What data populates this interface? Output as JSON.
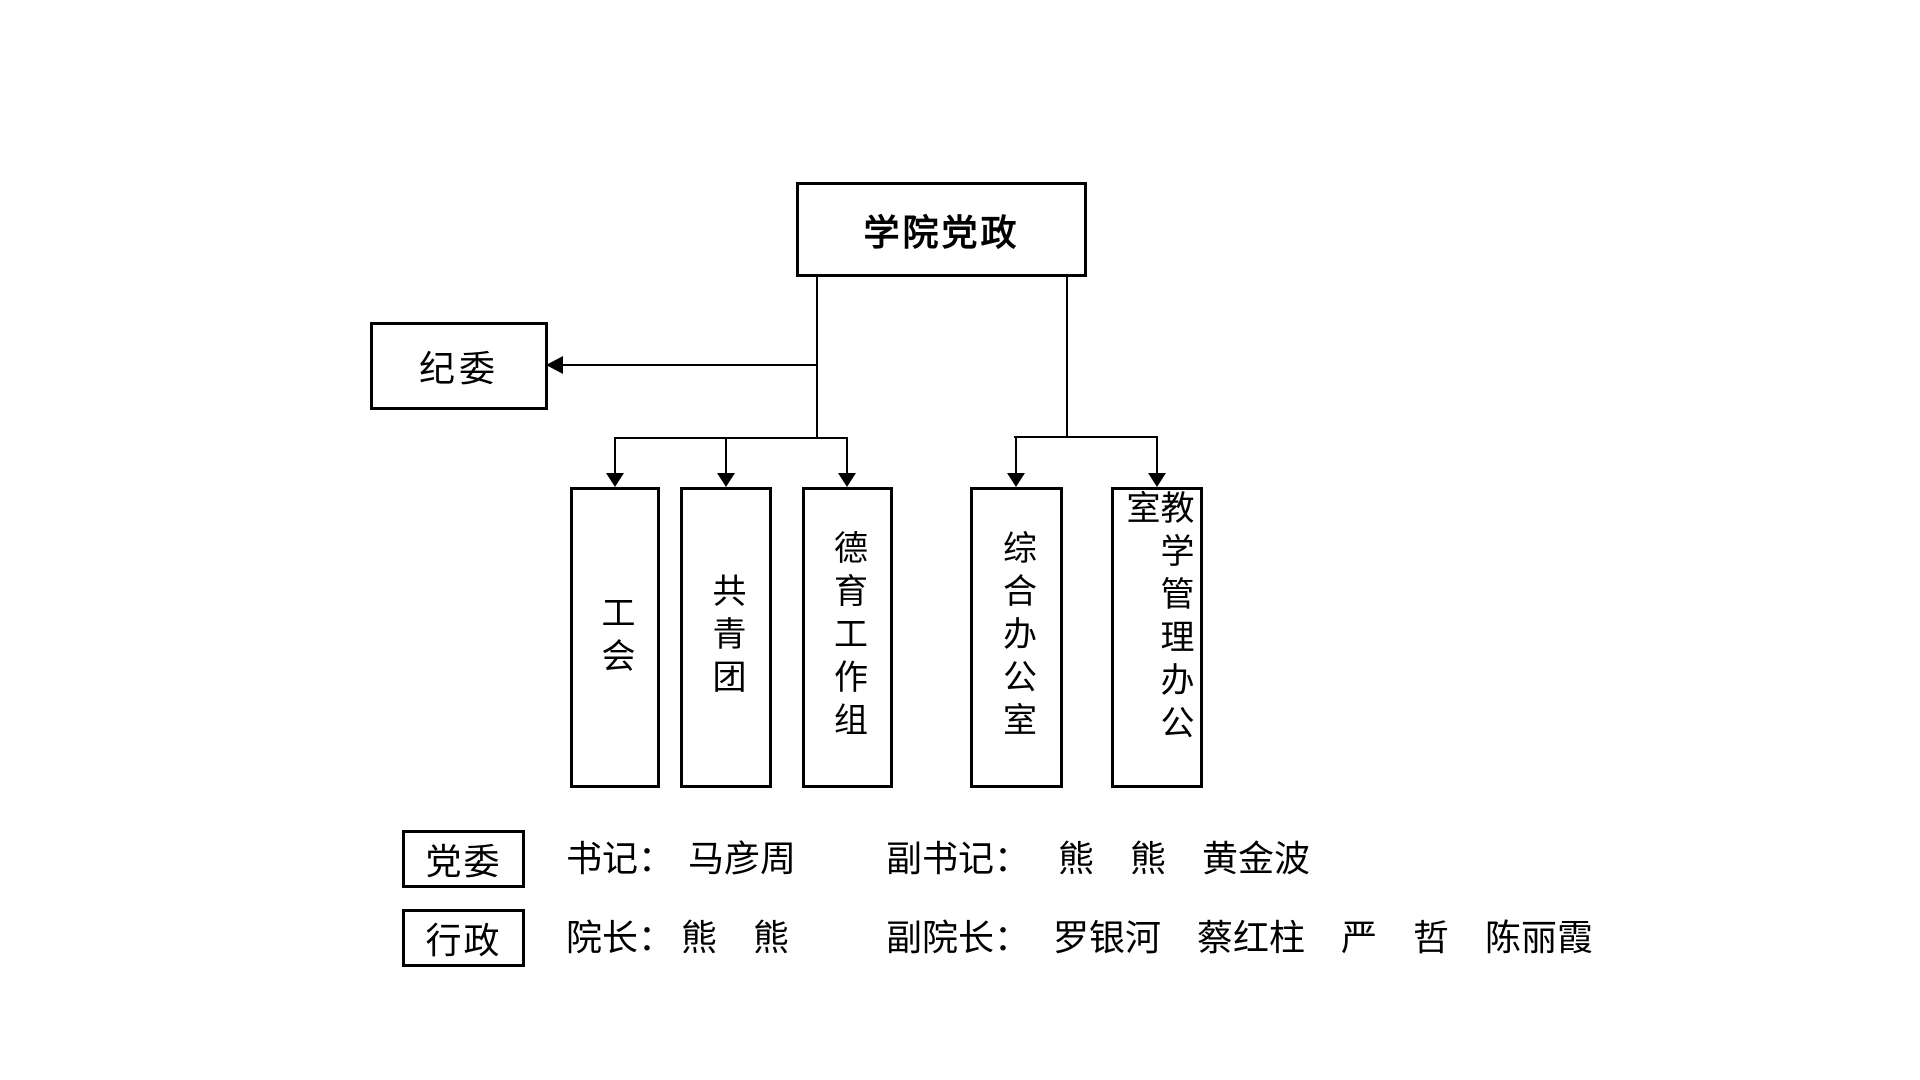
{
  "org_chart": {
    "root_label": "学院党政",
    "discipline_label": "纪委",
    "departments": [
      "工会",
      "共青团",
      "德育工作组",
      "综合办公室",
      "教学管理办公室"
    ]
  },
  "leadership": {
    "party": {
      "category": "党委",
      "role_label": "书记：",
      "role_names": "马彦周",
      "deputy_label": "副书记：",
      "deputy_names": "熊　熊　黄金波"
    },
    "admin": {
      "category": "行政",
      "role_label": "院长：",
      "role_names": "熊　熊",
      "deputy_label": "副院长：",
      "deputy_names": "罗银河　蔡红柱　严　哲　陈丽霞"
    }
  },
  "colors": {
    "background": "#ffffff",
    "line": "#000000",
    "text": "#000000"
  }
}
